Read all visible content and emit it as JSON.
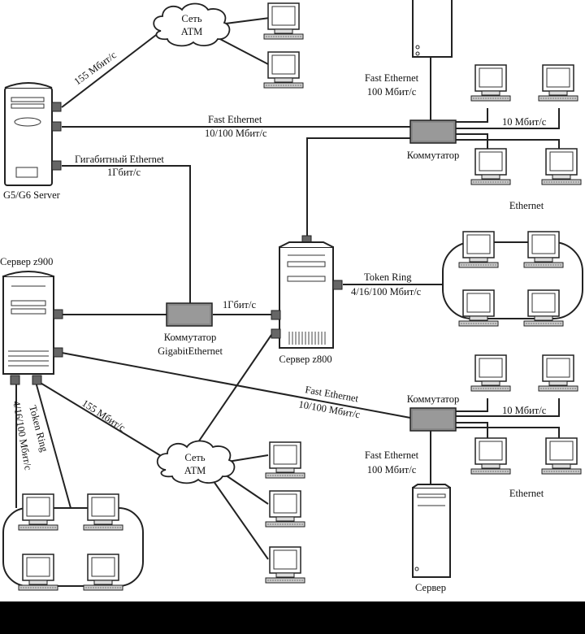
{
  "labels": {
    "atm_top": [
      "Сеть",
      "ATM"
    ],
    "atm_bottom": [
      "Сеть",
      "ATM"
    ],
    "link_155_top": "155 Мбит/с",
    "fe_top": "Fast Ethernet",
    "fe_top_speed": "10/100 Мбит/с",
    "gig_eth": "Гигабитный Ethernet",
    "gig_speed": "1Гбит/с",
    "g5_server": "G5/G6 Server",
    "server_z900": "Сервер z900",
    "switch_gig": [
      "Коммутатор",
      "GigabitEthernet"
    ],
    "gig_speed_2": "1Гбит/с",
    "server_z800": "Сервер z800",
    "token_ring_right": "Token Ring",
    "token_ring_right_speed": "4/16/100 Мбит/с",
    "fe_server_top": [
      "Fast Ethernet",
      "100 Мбит/с"
    ],
    "switch_top": "Коммутатор",
    "ten_mbit_top": "10 Мбит/с",
    "ethernet_top": "Ethernet",
    "fe_bottom": "Fast Ethernet",
    "fe_bottom_speed": "10/100 Мбит/с",
    "switch_bottom": "Коммутатор",
    "ten_mbit_bottom": "10 Мбит/с",
    "ethernet_bottom": "Ethernet",
    "fe_server_bottom": [
      "Fast Ethernet",
      "100 Мбит/с"
    ],
    "server_bottom": "Сервер",
    "link_155_bottom": "155 Мбит/с",
    "token_ring_left": "Token Ring",
    "token_ring_left_speed": "4/16/100 Мбит/с"
  },
  "icons": [
    "workstation-icon",
    "server-tower-icon",
    "switch-icon",
    "cloud-icon",
    "network-port-icon"
  ]
}
